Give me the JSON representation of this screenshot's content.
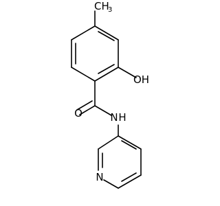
{
  "diagram": {
    "type": "chemical-structure",
    "labels": {
      "methyl_c": "CH",
      "methyl_sub": "3",
      "hydroxyl": "OH",
      "carbonyl_o": "O",
      "amide_n": "N",
      "amide_h": "H",
      "pyridine_n": "N"
    },
    "colors": {
      "bond": "#000000",
      "text": "#000000",
      "background": "#ffffff"
    }
  }
}
